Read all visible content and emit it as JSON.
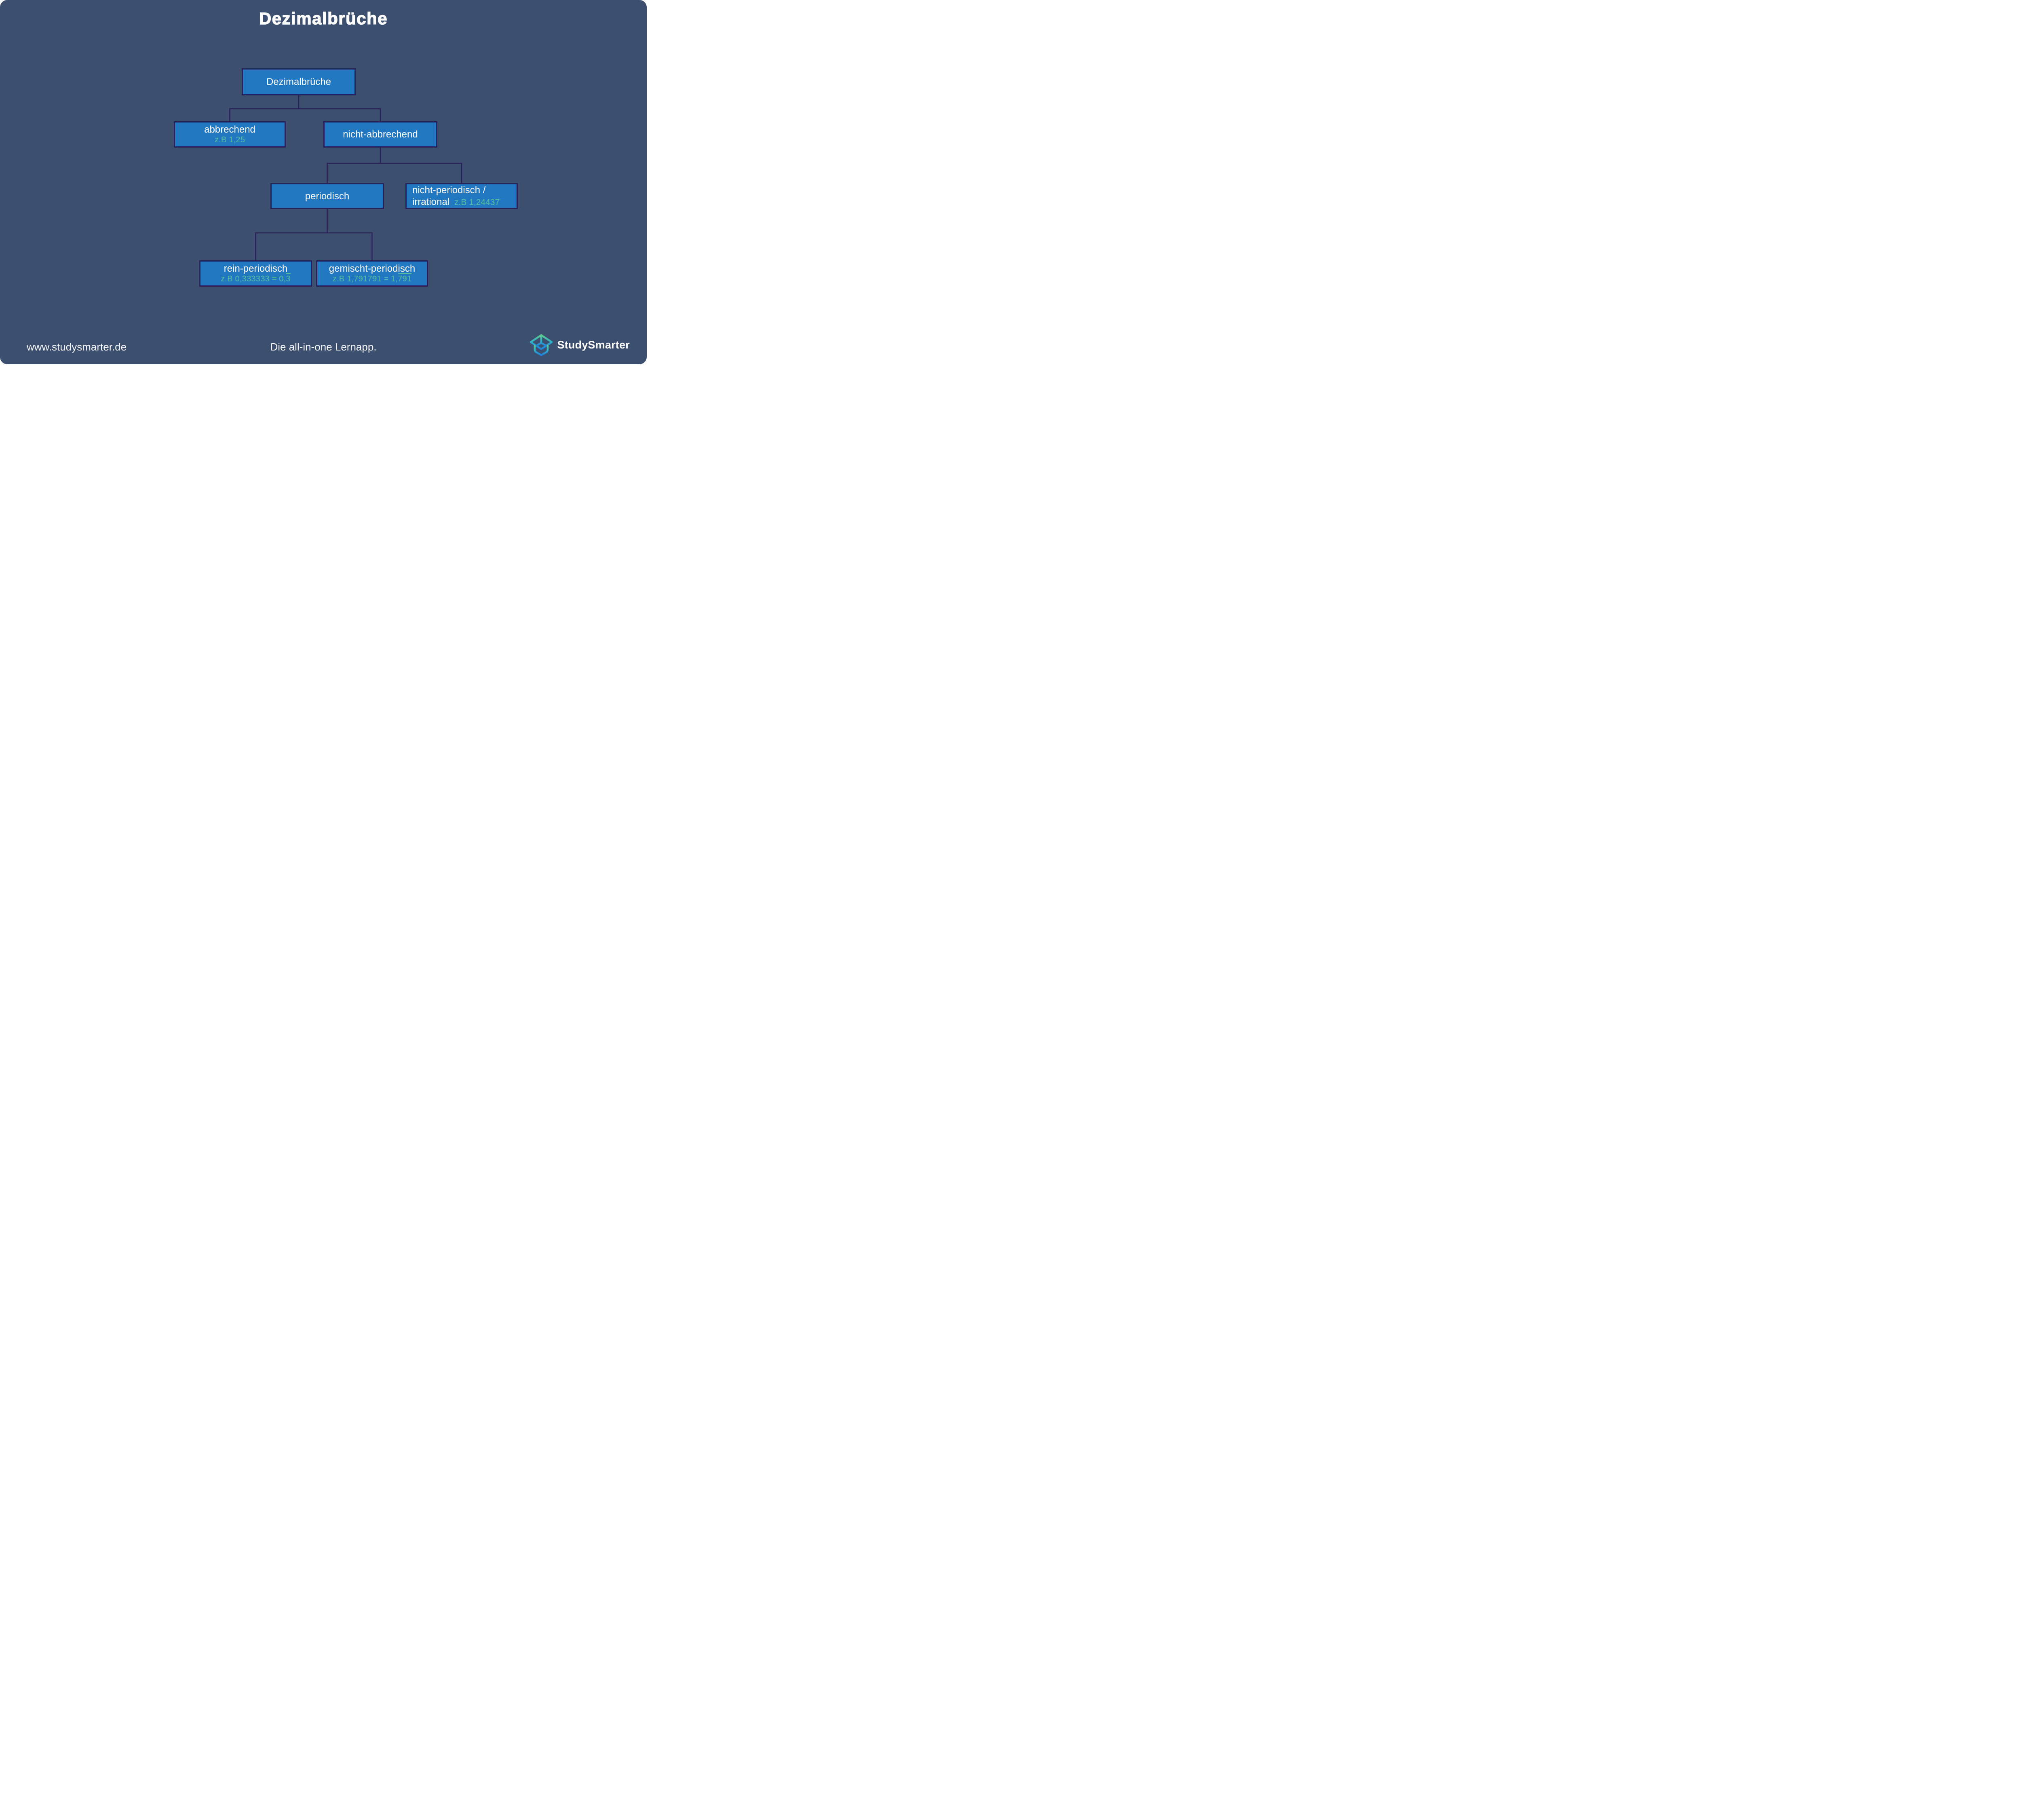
{
  "title": "Dezimalbrüche",
  "tree": {
    "root": {
      "label": "Dezimalbrüche"
    },
    "abbrechend": {
      "label": "abbrechend",
      "example": "z.B 1,25"
    },
    "nicht_abbrechend": {
      "label": "nicht-abbrechend"
    },
    "periodisch": {
      "label": "periodisch"
    },
    "nicht_periodisch": {
      "label_line1": "nicht-periodisch /",
      "label_line2": "irrational",
      "example": "z.B 1,24437"
    },
    "rein_periodisch": {
      "label": "rein-periodisch",
      "example_prefix": "z.B 0,333333 = 0,",
      "example_period": "3"
    },
    "gemischt_periodisch": {
      "label": "gemischt-periodisch",
      "example_prefix": "z.B 1,791791 = 1,",
      "example_period": "791"
    }
  },
  "footer": {
    "website": "www.studysmarter.de",
    "tagline": "Die all-in-one Lernapp.",
    "brand": "StudySmarter",
    "brand_icon": "graduation-cap-icon"
  },
  "colors": {
    "page_background": "#ffffff",
    "card_background": "#3d4f6e",
    "box_fill": "#2277c1",
    "box_border": "#28205a",
    "connector": "#2b2159",
    "example_green": "#55c0a0",
    "text_white": "#ffffff",
    "logo_gradient_top": "#5dc98e",
    "logo_gradient_mid": "#2fb3c7",
    "logo_gradient_bottom": "#2182d9"
  }
}
